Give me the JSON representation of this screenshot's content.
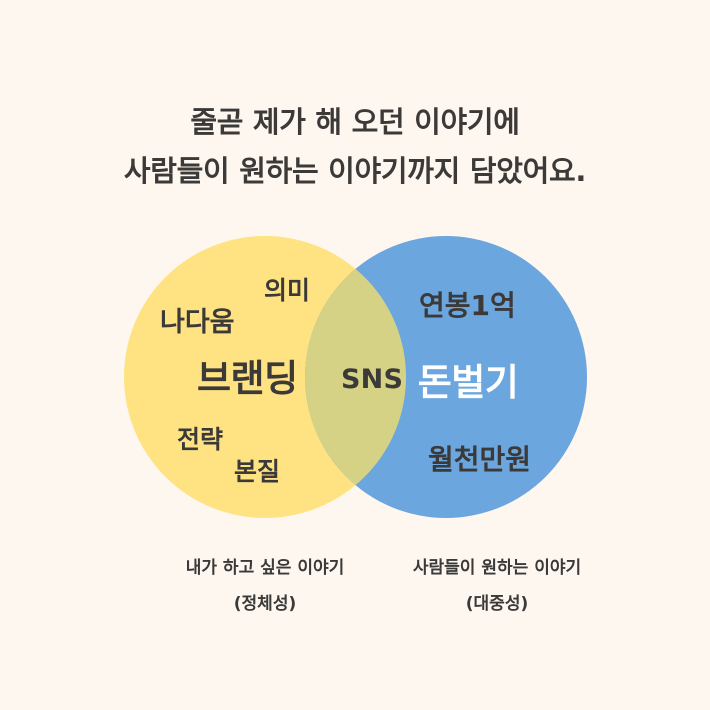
{
  "page": {
    "background_color": "#fdf7f0",
    "text_color": "#3b3a38"
  },
  "headline": {
    "line1": "줄곧 제가 해 오던 이야기에",
    "line2": "사람들이 원하는 이야기까지 담았어요."
  },
  "diagram": {
    "type": "venn",
    "left_circle": {
      "fill": "#ffe383",
      "main_label": "브랜딩",
      "keywords": [
        "의미",
        "나다움",
        "전략",
        "본질"
      ]
    },
    "right_circle": {
      "fill": "#6ba6de",
      "main_label": "돈벌기",
      "main_label_color": "#ffffff",
      "keywords": [
        "연봉1억",
        "월천만원"
      ]
    },
    "intersection": {
      "fill": "#d5d285",
      "label": "SNS"
    }
  },
  "captions": {
    "left": {
      "line1": "내가 하고 싶은 이야기",
      "line2": "(정체성)"
    },
    "right": {
      "line1": "사람들이 원하는 이야기",
      "line2": "(대중성)"
    }
  }
}
